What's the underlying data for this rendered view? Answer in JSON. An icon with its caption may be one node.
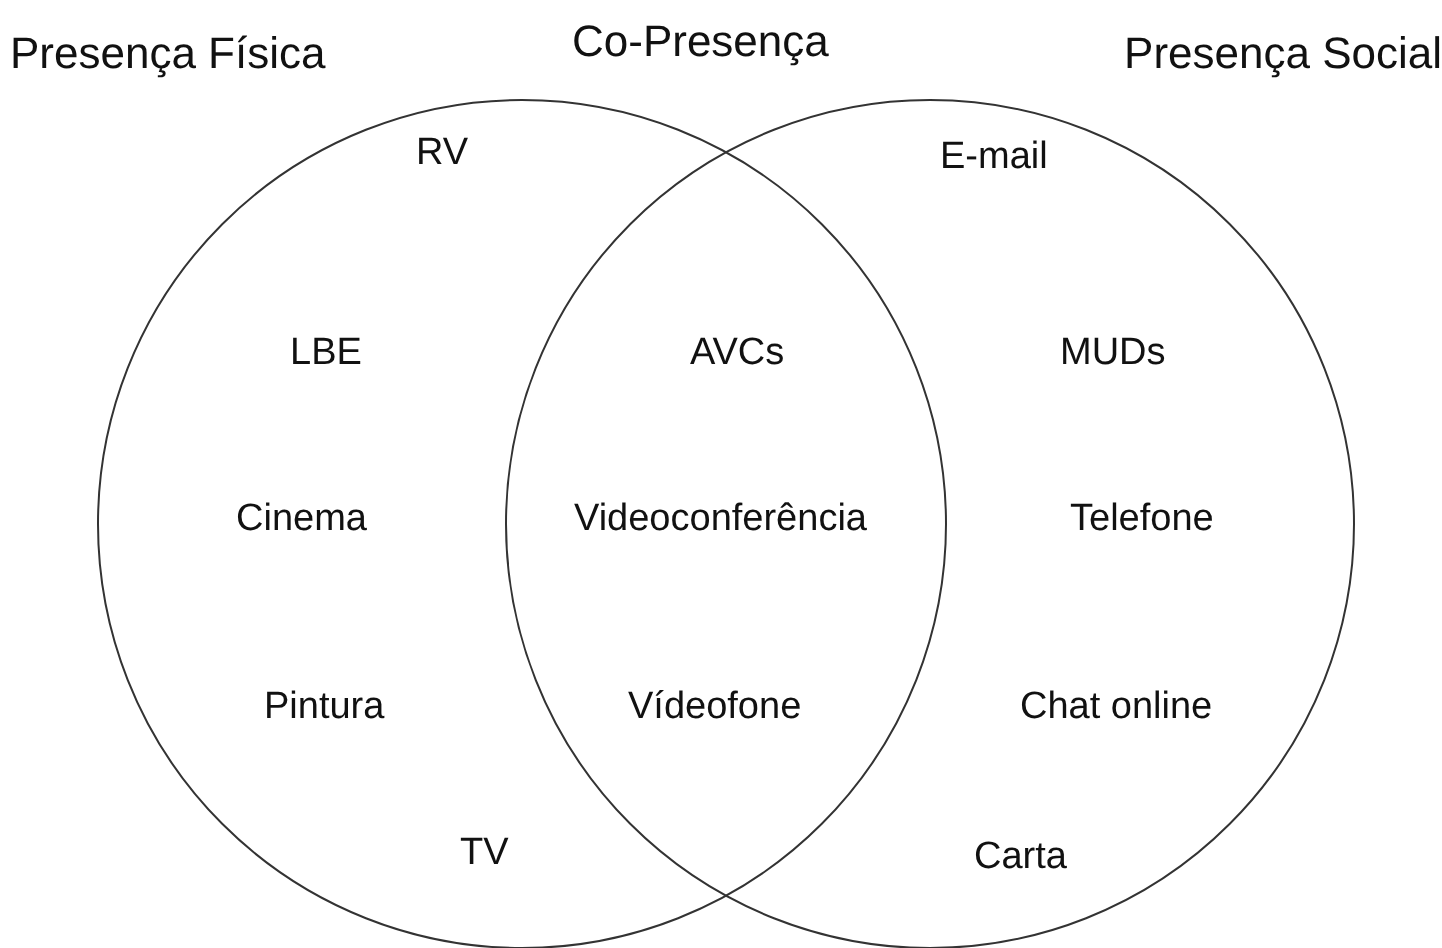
{
  "diagram": {
    "nodes": [
      {
        "text": [
          "Presença Física"
        ]
      },
      {
        "text": [
          "Presença Social"
        ]
      }
    ],
    "edges": [],
    "labels": [
      "Co-Presença",
      "RV",
      "E-mail",
      "LBE",
      "AVCs",
      "MUDs",
      "Cinema",
      "Videoconferência",
      "Telefone",
      "Pintura",
      "Vídeofone",
      "Chat online",
      "TV",
      "Carta"
    ]
  }
}
